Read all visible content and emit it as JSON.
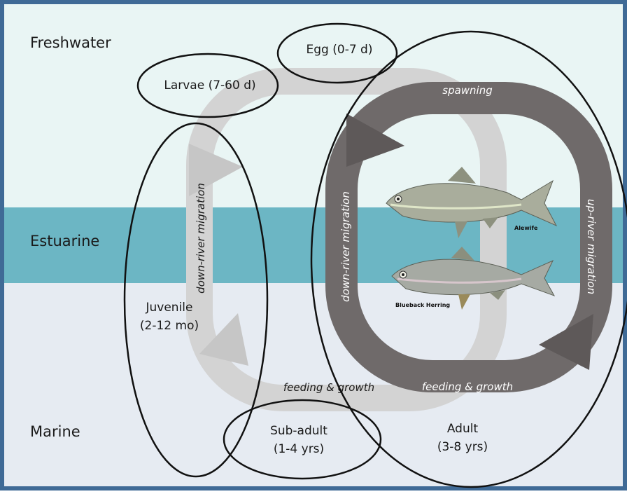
{
  "zones": {
    "freshwater": "Freshwater",
    "estuarine": "Estuarine",
    "marine": "Marine"
  },
  "stages": {
    "egg": "Egg (0-7 d)",
    "larvae": "Larvae (7-60 d)",
    "juvenile": [
      "Juvenile",
      "(2-12 mo)"
    ],
    "subadult": [
      "Sub-adult",
      "(1-4 yrs)"
    ],
    "adult": [
      "Adult",
      "(3-8 yrs)"
    ]
  },
  "juvenile_cycle": {
    "migration": "down-river migration",
    "feeding": "feeding & growth"
  },
  "adult_cycle": {
    "spawning": "spawning",
    "down_migration": "down-river migration",
    "up_migration": "up-river migration",
    "feeding": "feeding & growth"
  },
  "fish": {
    "alewife": "Alewife",
    "blueback": "Blueback Herring"
  },
  "colors": {
    "freshwater": "#e9f5f4",
    "estuarine": "#6cb6c4",
    "marine": "#e6ebf2",
    "border": "#3f6a96",
    "juvenile_loop": "#d2d2d2",
    "juvenile_arrow": "#c8c8c8",
    "adult_loop": "#6f6a6a",
    "adult_arrow": "#5e5959"
  }
}
